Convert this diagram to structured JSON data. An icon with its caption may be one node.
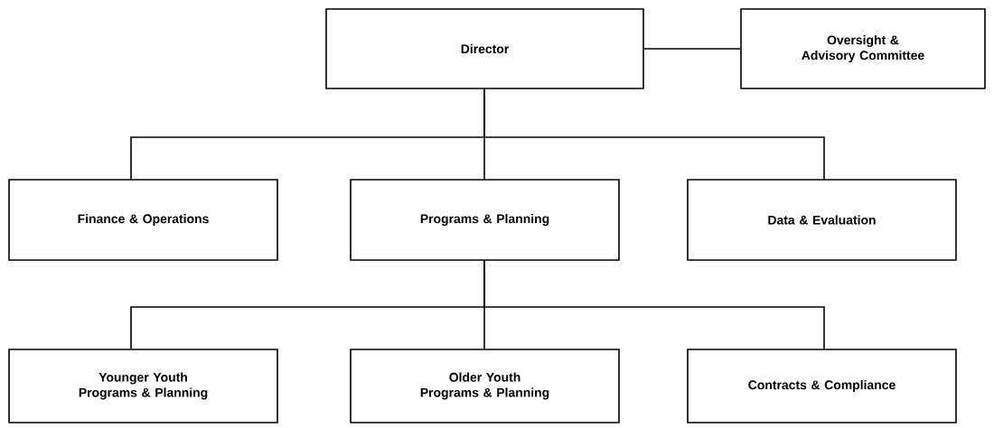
{
  "diagram": {
    "nodes": [
      {
        "text": [
          "Director"
        ]
      },
      {
        "text": [
          "Oversight & Advisory Committee"
        ]
      },
      {
        "text": [
          "Finance & Operations"
        ]
      },
      {
        "text": [
          "Programs & Planning"
        ]
      },
      {
        "text": [
          "Data & Evaluation"
        ]
      },
      {
        "text": [
          "Younger Youth Programs & Planning"
        ]
      },
      {
        "text": [
          "Older Youth Programs & Planning"
        ]
      },
      {
        "text": [
          "Contracts & Compliance"
        ]
      }
    ],
    "edges": [
      {
        "from": 0,
        "to": 1,
        "arrow": "none"
      },
      {
        "from": 0,
        "to": 2,
        "arrow": "none"
      },
      {
        "from": 0,
        "to": 3,
        "arrow": "none"
      },
      {
        "from": 0,
        "to": 4,
        "arrow": "none"
      },
      {
        "from": 3,
        "to": 5,
        "arrow": "none"
      },
      {
        "from": 3,
        "to": 6,
        "arrow": "none"
      },
      {
        "from": 3,
        "to": 7,
        "arrow": "none"
      }
    ]
  }
}
